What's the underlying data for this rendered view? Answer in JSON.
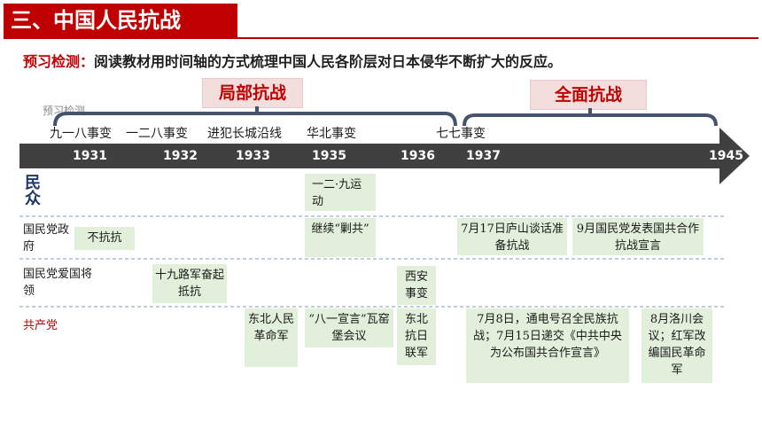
{
  "header": {
    "title": "三、中国人民抗战"
  },
  "task": {
    "label": "预习检测：",
    "text": "阅读教材用时间轴的方式梳理中国人民各阶层对日本侵华不断扩大的反应。"
  },
  "small_label": "预习检测",
  "phases": {
    "partial": "局部抗战",
    "full": "全面抗战"
  },
  "events": [
    "九一八事变",
    "一二八事变",
    "进犯长城沿线",
    "华北事变",
    "七七事变"
  ],
  "years": [
    "1931",
    "1932",
    "1933",
    "1935",
    "1936",
    "1937",
    "1945"
  ],
  "rows": {
    "masses": "民众",
    "kmt_gov": "国民党政府",
    "kmt_generals": "国民党爱国将领",
    "ccp": "共产党"
  },
  "boxes": {
    "masses_1935": "一二·九运动",
    "gov_1931": "不抗抗",
    "gov_1935": "继续“剿共”",
    "gov_1937_a": "7月17日庐山谈话准备抗战",
    "gov_1937_b": "9月国民党发表国共合作抗战宣言",
    "gen_1932": "十九路军奋起抵抗",
    "gen_1936": "西安事变",
    "ccp_1933": "东北人民革命军",
    "ccp_1935": "“八一宣言”瓦窑堡会议",
    "ccp_1936": "东北抗日联军",
    "ccp_1937_a": "7月8日，通电号召全民族抗战；7月15日递交《中共中央为公布国共合作宣言》",
    "ccp_1937_b": "8月洛川会议；红军改编国民革命军"
  },
  "colors": {
    "accent": "#c00000",
    "arrow": "#404040",
    "box": "#e2efda",
    "bracket": "#44546a"
  }
}
